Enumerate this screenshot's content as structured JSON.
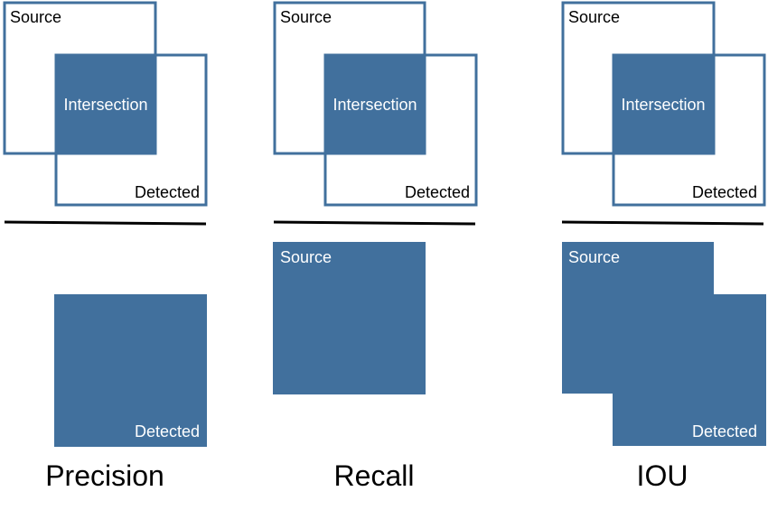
{
  "colors": {
    "fill": "#41709d",
    "outline": "#41709d",
    "divider": "#000000",
    "background": "#ffffff"
  },
  "panels": [
    {
      "top": {
        "source_label": "Source",
        "intersection_label": "Intersection",
        "detected_label": "Detected"
      },
      "bottom": {
        "label": "Detected"
      },
      "caption": "Precision"
    },
    {
      "top": {
        "source_label": "Source",
        "intersection_label": "Intersection",
        "detected_label": "Detected"
      },
      "bottom": {
        "label": "Source"
      },
      "caption": "Recall"
    },
    {
      "top": {
        "source_label": "Source",
        "intersection_label": "Intersection",
        "detected_label": "Detected"
      },
      "bottom": {
        "source_label": "Source",
        "detected_label": "Detected"
      },
      "caption": "IOU"
    }
  ]
}
